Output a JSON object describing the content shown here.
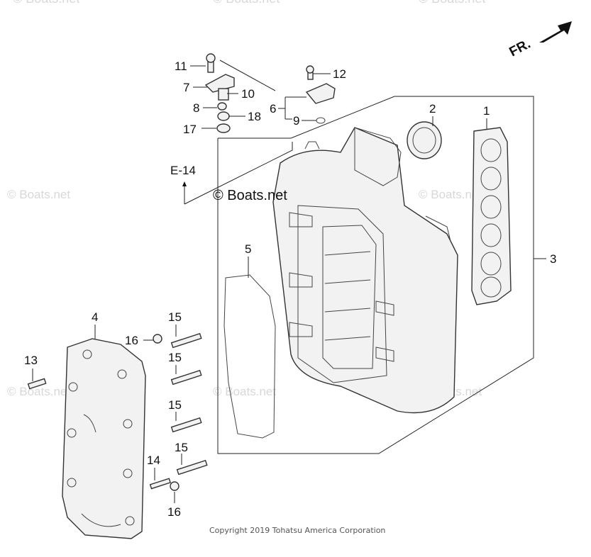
{
  "watermark": "© Boats.net",
  "center_watermark": "© Boats.net",
  "copyright": "Copyright 2019 Tohatsu America Corporation",
  "direction_label": "FR.",
  "reference_label": "E-14",
  "callouts": {
    "c1": "1",
    "c2": "2",
    "c3": "3",
    "c4": "4",
    "c5": "5",
    "c6": "6",
    "c7": "7",
    "c8": "8",
    "c9": "9",
    "c10": "10",
    "c11": "11",
    "c12": "12",
    "c13": "13",
    "c14": "14",
    "c15a": "15",
    "c15b": "15",
    "c15c": "15",
    "c15d": "15",
    "c16a": "16",
    "c16b": "16",
    "c17": "17",
    "c18": "18"
  }
}
